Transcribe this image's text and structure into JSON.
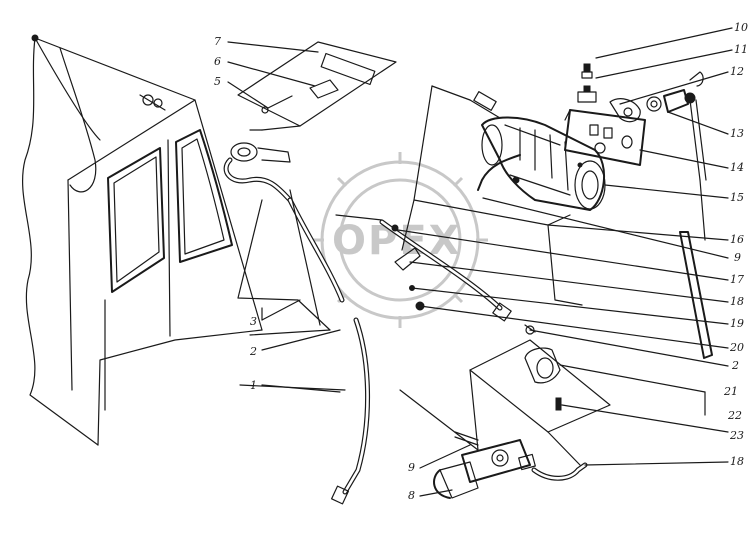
{
  "watermark": {
    "text": "OPEX"
  },
  "callouts": [
    {
      "id": "c10",
      "text": "10"
    },
    {
      "id": "c11",
      "text": "11"
    },
    {
      "id": "c12",
      "text": "12"
    },
    {
      "id": "c13",
      "text": "13"
    },
    {
      "id": "c14",
      "text": "14"
    },
    {
      "id": "c15",
      "text": "15"
    },
    {
      "id": "c16",
      "text": "16"
    },
    {
      "id": "c9a",
      "text": "9"
    },
    {
      "id": "c17",
      "text": "17"
    },
    {
      "id": "c18a",
      "text": "18"
    },
    {
      "id": "c19",
      "text": "19"
    },
    {
      "id": "c20",
      "text": "20"
    },
    {
      "id": "c2b",
      "text": "2"
    },
    {
      "id": "c21",
      "text": "21"
    },
    {
      "id": "c22",
      "text": "22"
    },
    {
      "id": "c23",
      "text": "23"
    },
    {
      "id": "c18b",
      "text": "18"
    },
    {
      "id": "c7",
      "text": "7"
    },
    {
      "id": "c6",
      "text": "6"
    },
    {
      "id": "c5",
      "text": "5"
    },
    {
      "id": "c3",
      "text": "3"
    },
    {
      "id": "c2a",
      "text": "2"
    },
    {
      "id": "c1",
      "text": "1"
    },
    {
      "id": "c9b",
      "text": "9"
    },
    {
      "id": "c8",
      "text": "8"
    }
  ]
}
